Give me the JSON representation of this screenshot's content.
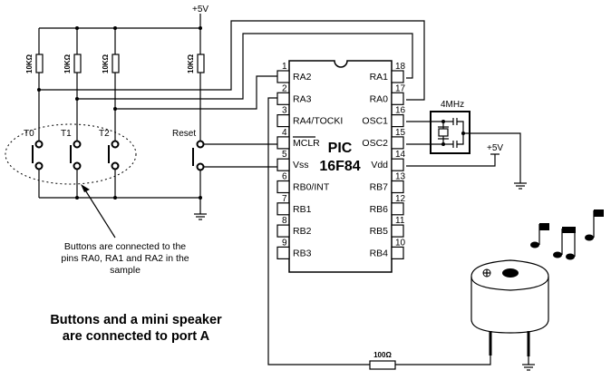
{
  "supply": {
    "vcc_top": "+5V",
    "vcc_osc": "+5V"
  },
  "pullups": [
    {
      "id": "R1",
      "value": "10KΩ"
    },
    {
      "id": "R2",
      "value": "10KΩ"
    },
    {
      "id": "R3",
      "value": "10KΩ"
    },
    {
      "id": "R4",
      "value": "10KΩ"
    }
  ],
  "buttons": [
    {
      "label": "T0"
    },
    {
      "label": "T1"
    },
    {
      "label": "T2"
    },
    {
      "label": "Reset"
    }
  ],
  "chip": {
    "name_line1": "PIC",
    "name_line2": "16F84",
    "left_pins": [
      {
        "num": "1",
        "name": "RA2"
      },
      {
        "num": "2",
        "name": "RA3"
      },
      {
        "num": "3",
        "name": "RA4/TOCKI"
      },
      {
        "num": "4",
        "name": "MCLR"
      },
      {
        "num": "5",
        "name": "Vss"
      },
      {
        "num": "6",
        "name": "RB0/INT"
      },
      {
        "num": "7",
        "name": "RB1"
      },
      {
        "num": "8",
        "name": "RB2"
      },
      {
        "num": "9",
        "name": "RB3"
      }
    ],
    "right_pins": [
      {
        "num": "18",
        "name": "RA1"
      },
      {
        "num": "17",
        "name": "RA0"
      },
      {
        "num": "16",
        "name": "OSC1"
      },
      {
        "num": "15",
        "name": "OSC2"
      },
      {
        "num": "14",
        "name": "Vdd"
      },
      {
        "num": "13",
        "name": "RB7"
      },
      {
        "num": "12",
        "name": "RB6"
      },
      {
        "num": "11",
        "name": "RB5"
      },
      {
        "num": "10",
        "name": "RB4"
      }
    ]
  },
  "oscillator": {
    "label": "4MHz"
  },
  "speaker_resistor": {
    "value": "100Ω"
  },
  "annotation": {
    "lines": [
      "Buttons are connected to the",
      "pins RA0, RA1 and RA2 in the",
      "sample"
    ]
  },
  "caption": {
    "lines": [
      "Buttons and a mini speaker",
      "are connected to port A"
    ]
  }
}
